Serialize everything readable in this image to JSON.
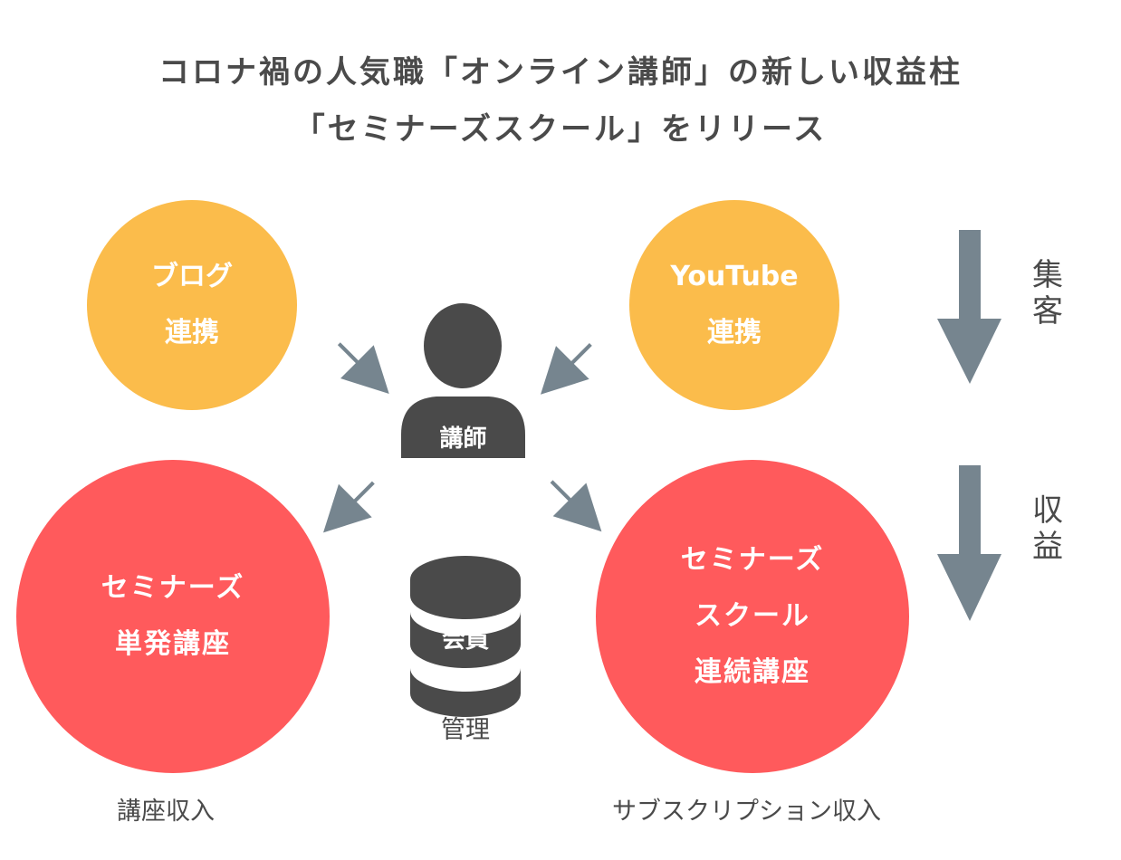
{
  "title": {
    "line1": "コロナ禍の人気職「オンライン講師」の新しい収益柱",
    "line2": "「セミナーズスクール」をリリース"
  },
  "nodes": {
    "blog": {
      "line1": "ブログ",
      "line2": "連携"
    },
    "youtube": {
      "line1": "YouTube",
      "line2": "連携"
    },
    "instructor": {
      "label": "講師"
    },
    "single": {
      "line1": "セミナーズ",
      "line2": "単発講座"
    },
    "school": {
      "line1": "セミナーズ",
      "line2": "スクール",
      "line3": "連続講座"
    },
    "members": {
      "label": "会員",
      "caption": "管理"
    }
  },
  "captions": {
    "single_income": "講座収入",
    "subscription_income": "サブスクリプション収入"
  },
  "side": {
    "acquisition": {
      "line1": "集",
      "line2": "客"
    },
    "revenue": {
      "line1": "収",
      "line2": "益"
    }
  },
  "colors": {
    "orange": "#fbbc4b",
    "red": "#ff5a5c",
    "arrow": "#76858f",
    "dark": "#4a4a4a"
  }
}
